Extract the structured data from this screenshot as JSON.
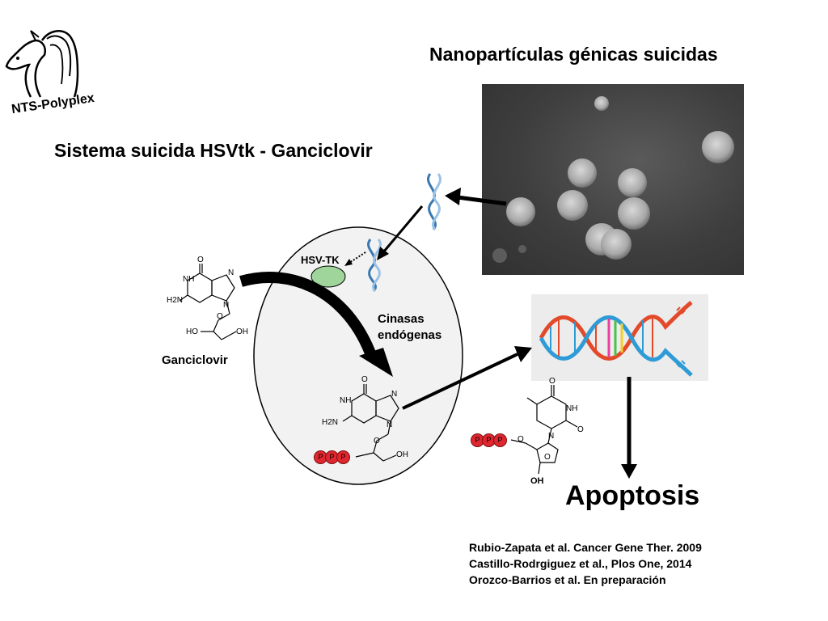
{
  "logo": {
    "text": "NTS-Polyplex"
  },
  "title_main": "Nanopartículas génicas suicidas",
  "title_sub": "Sistema suicida HSVtk - Ganciclovir",
  "enzyme_label": "HSV-TK",
  "kinases_label_1": "Cinasas",
  "kinases_label_2": "endógenas",
  "drug_label": "Ganciclovir",
  "apoptosis_label": "Apoptosis",
  "phosphate": "P",
  "chem": {
    "NH": "NH",
    "N": "N",
    "H2N": "H2N",
    "O": "O",
    "OH": "OH",
    "HO": "HO"
  },
  "references": [
    "Rubio-Zapata et al. Cancer Gene Ther. 2009",
    "Castillo-Rodrgiguez et al., Plos One, 2014",
    "Orozco-Barrios et al. En preparación"
  ],
  "colors": {
    "enzyme_fill": "#9fd49b",
    "phosphate": "#e0262f",
    "dna_blue": "#3b78b0"
  }
}
